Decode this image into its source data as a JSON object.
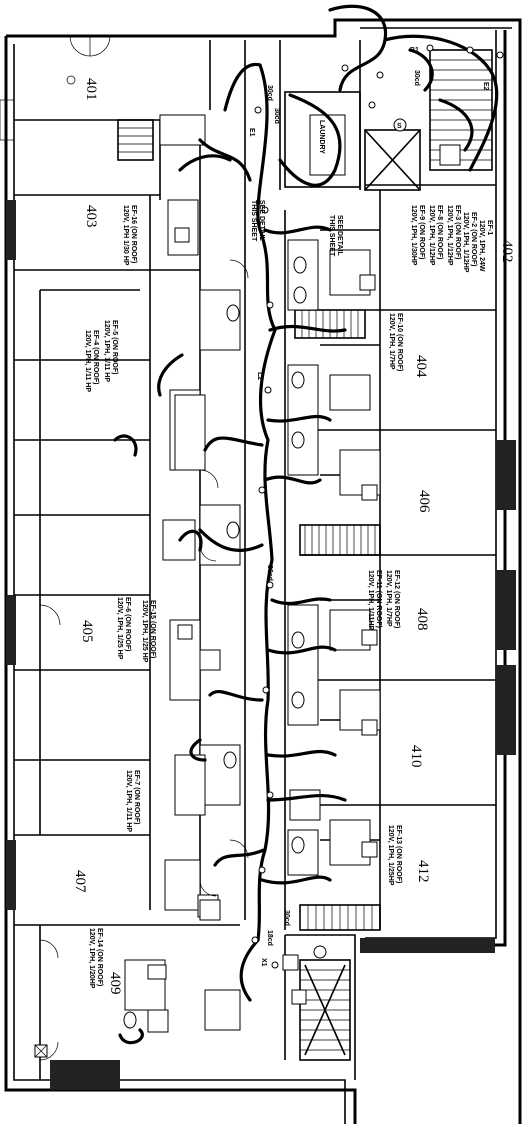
{
  "rooms": [
    {
      "id": "r401",
      "label": "401"
    },
    {
      "id": "r402",
      "label": "402"
    },
    {
      "id": "r403",
      "label": "403"
    },
    {
      "id": "r404",
      "label": "404"
    },
    {
      "id": "r405",
      "label": "405"
    },
    {
      "id": "r406",
      "label": "406"
    },
    {
      "id": "r407",
      "label": "407"
    },
    {
      "id": "r408",
      "label": "408"
    },
    {
      "id": "r409",
      "label": "409"
    },
    {
      "id": "r410",
      "label": "410"
    },
    {
      "id": "r412",
      "label": "412"
    }
  ],
  "fans": [
    {
      "id": "ef1",
      "l1": "EF-1",
      "l2": "120V, 1PH, 24W"
    },
    {
      "id": "ef2",
      "l1": "EF-2 (ON ROOF)",
      "l2": "120V, 1PH, 1/12HP"
    },
    {
      "id": "ef3",
      "l1": "EF-3 (ON ROOF)",
      "l2": "120V, 1PH, 1/12HP"
    },
    {
      "id": "ef8",
      "l1": "EF-8 (ON ROOF)",
      "l2": "120V, 1PH, 1/12HP"
    },
    {
      "id": "ef9",
      "l1": "EF-9 (ON ROOF)",
      "l2": "120V, 1PH, 1/30HP"
    },
    {
      "id": "ef10",
      "l1": "EF-10 (ON ROOF)",
      "l2": "120V, 1PH, 1/7HP"
    },
    {
      "id": "ef16",
      "l1": "EF-16 (ON ROOF)",
      "l2": "120V, 1PH 1/30 HP"
    },
    {
      "id": "ef5",
      "l1": "EF-5 (ON ROOF)",
      "l2": "120V, 1PH, 1/11 HP"
    },
    {
      "id": "ef4",
      "l1": "EF-4 (ON ROOF)",
      "l2": "120V, 1PH, 1/11 HP"
    },
    {
      "id": "ef12",
      "l1": "EF-12 (ON ROOF)",
      "l2": "120V, 1PH, 1/7HP"
    },
    {
      "id": "ef11",
      "l1": "EF-11 (ON ROOF)",
      "l2": "120V, 1PH, 1/11HP"
    },
    {
      "id": "ef6",
      "l1": "EF-6 (ON ROOF)",
      "l2": "120V, 1PH, 1/25 HP"
    },
    {
      "id": "ef15",
      "l1": "EF-15 (ON ROOF)",
      "l2": "120V, 1PH, 1/25 HP"
    },
    {
      "id": "ef7",
      "l1": "EF-7 (ON ROOF)",
      "l2": "120V, 1PH, 1/11 HP"
    },
    {
      "id": "ef13",
      "l1": "EF-13 (ON ROOF)",
      "l2": "120V, 1PH, 1/25HP"
    },
    {
      "id": "ef14",
      "l1": "EF-14 (ON ROOF)",
      "l2": "120V, 1PH, 1/20HP"
    }
  ],
  "tags": {
    "laundry": "LAUNDRY",
    "see_detail_a": "SEE DETAIL",
    "this_sheet_a": "THIS SHEET",
    "see_detail_b": "SEE DETAIL",
    "this_sheet_b": "THIS SHEET",
    "c30_a": "30cd",
    "c30_b": "30cd",
    "c30_c": "30cd",
    "c30_d": "30cd",
    "c30_e": "30cd",
    "c18": "18cd",
    "b1": "B1",
    "e1": "E1",
    "e2": "E2",
    "l2": "L2",
    "x1": "X1",
    "s": "S"
  }
}
